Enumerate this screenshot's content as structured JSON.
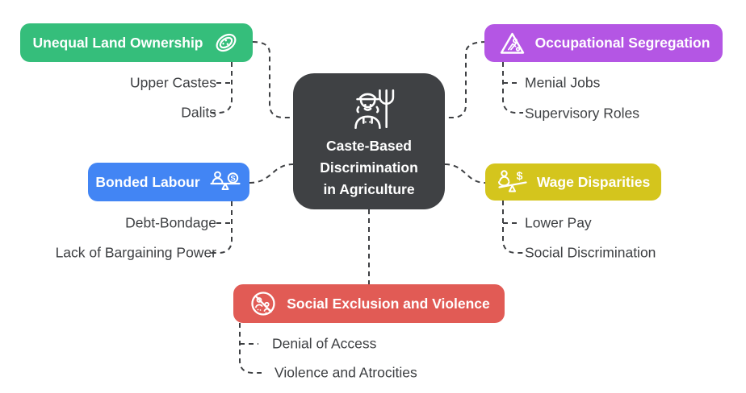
{
  "diagram": {
    "background": "#FFFFFF",
    "connector_color": "#3E4043",
    "sub_label_color": "#3E4043",
    "center": {
      "title": "Caste-Based\nDiscrimination\nin Agriculture",
      "icon": "farmer-pitchfork-icon",
      "color": "#3F4144",
      "text_color": "#FFFFFF"
    },
    "branches": [
      {
        "label": "Unequal Land Ownership",
        "icon": "land-plot-icon",
        "color": "#35BE7B",
        "position": "top-left",
        "children": [
          "Upper Castes",
          "Dalits"
        ]
      },
      {
        "label": "Occupational Segregation",
        "icon": "construction-sign-icon",
        "color": "#B456E4",
        "position": "top-right",
        "children": [
          "Menial Jobs",
          "Supervisory Roles"
        ]
      },
      {
        "label": "Bonded Labour",
        "icon": "person-money-balance-icon",
        "color": "#4285F4",
        "position": "middle-left",
        "children": [
          "Debt-Bondage",
          "Lack of Bargaining Power"
        ]
      },
      {
        "label": "Wage Disparities",
        "icon": "wage-scale-icon",
        "color": "#D4C51D",
        "position": "middle-right",
        "children": [
          "Lower Pay",
          "Social Discrimination"
        ]
      },
      {
        "label": "Social Exclusion and Violence",
        "icon": "excluded-people-icon",
        "color": "#E15B55",
        "position": "bottom",
        "children": [
          "Denial of Access",
          "Violence and Atrocities"
        ]
      }
    ]
  }
}
